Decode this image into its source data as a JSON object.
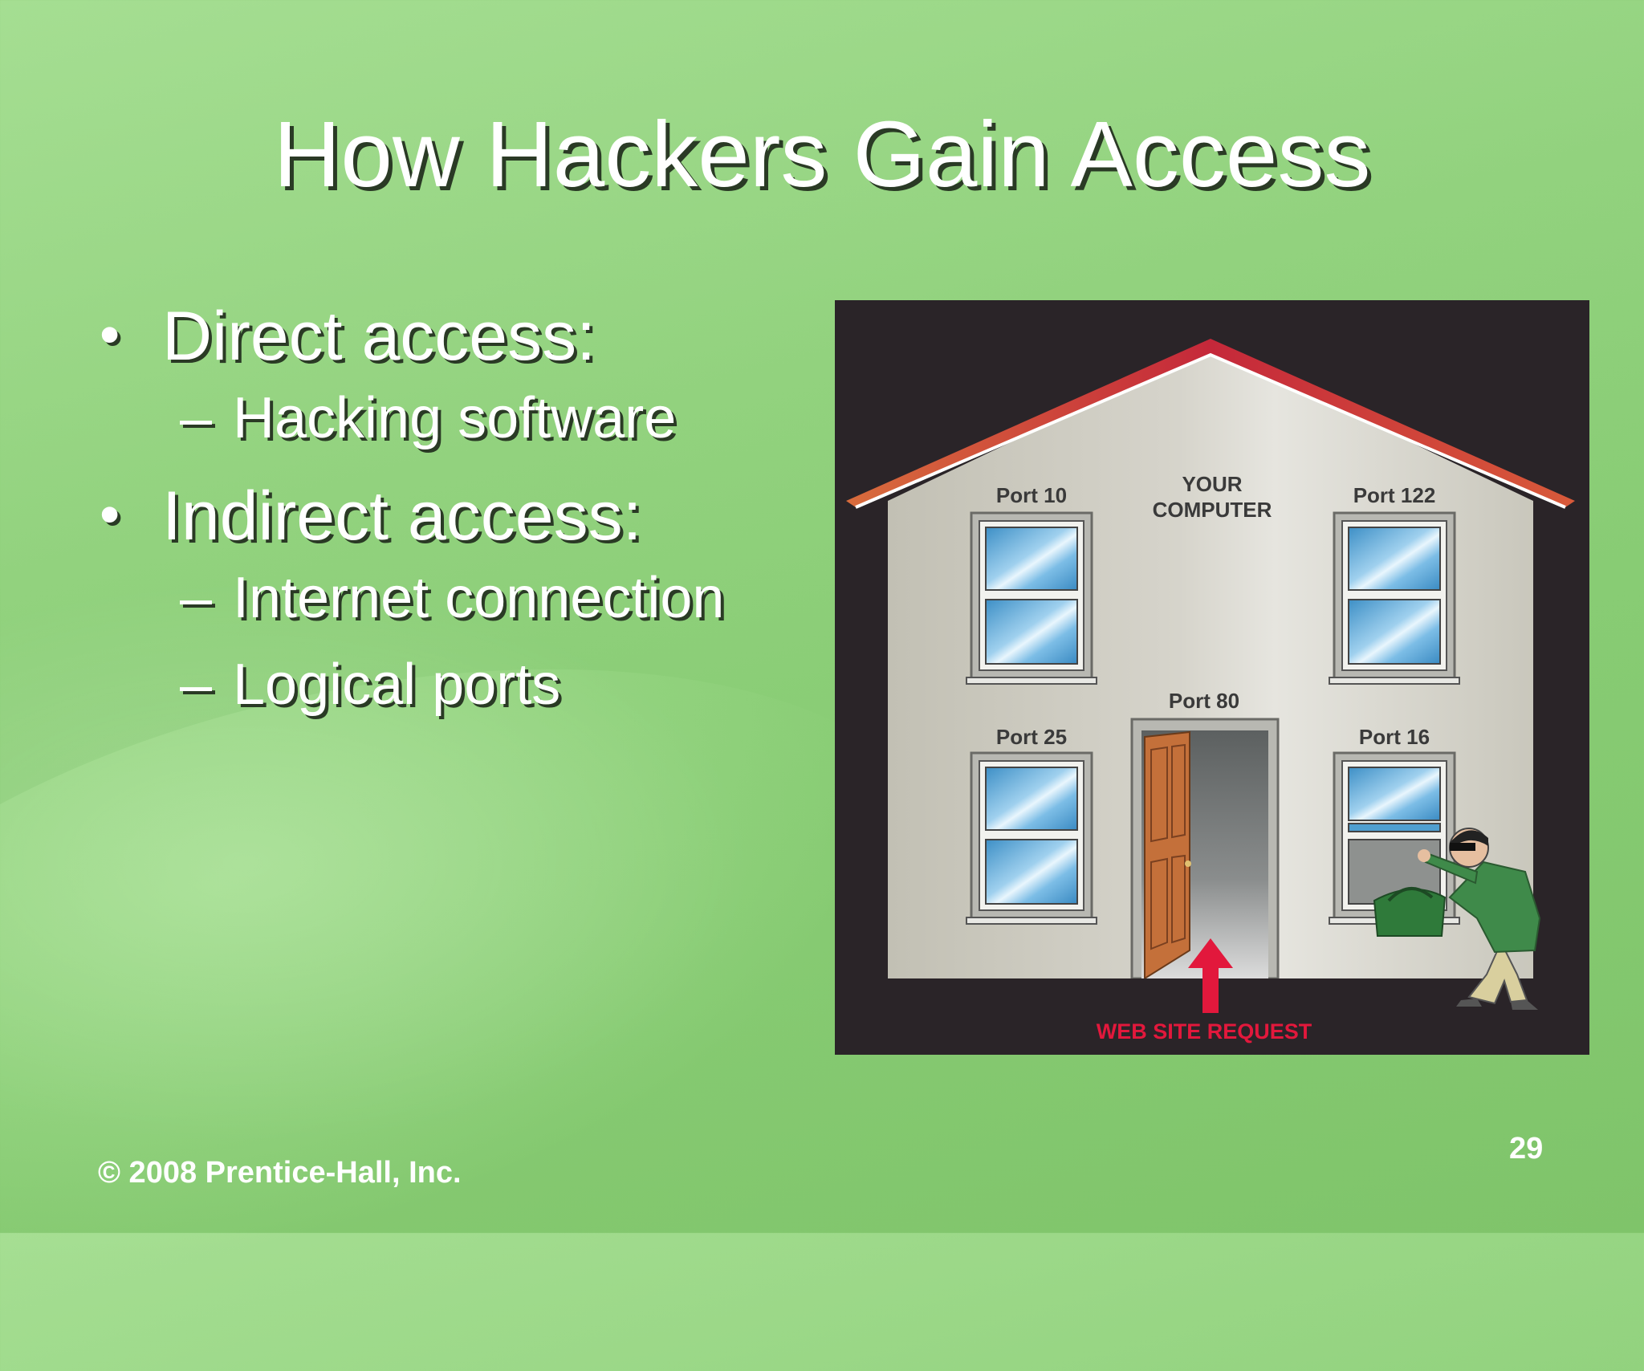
{
  "slide": {
    "title": "How Hackers Gain Access",
    "bullets": [
      {
        "text": "Direct access:",
        "sub": [
          "Hacking software"
        ]
      },
      {
        "text": "Indirect access:",
        "sub": [
          "Internet connection",
          "Logical ports"
        ]
      }
    ],
    "sub_marker": "–",
    "bullet_marker": "•"
  },
  "illustration": {
    "house_label": "YOUR\nCOMPUTER",
    "house_label_line1": "YOUR",
    "house_label_line2": "COMPUTER",
    "ports": {
      "top_left": "Port 10",
      "top_right": "Port 122",
      "door": "Port 80",
      "bottom_left": "Port 25",
      "bottom_right": "Port 16"
    },
    "request_label": "WEB SITE REQUEST",
    "colors": {
      "frame": "#2a2428",
      "wall": "#c9c7bc",
      "roof": "#c8412e",
      "door": "#c4703a",
      "arrow": "#e2183c",
      "glass": "#4f9fd0"
    }
  },
  "footer": {
    "copyright": "© 2008 Prentice-Hall, Inc.",
    "page_number": "29"
  }
}
